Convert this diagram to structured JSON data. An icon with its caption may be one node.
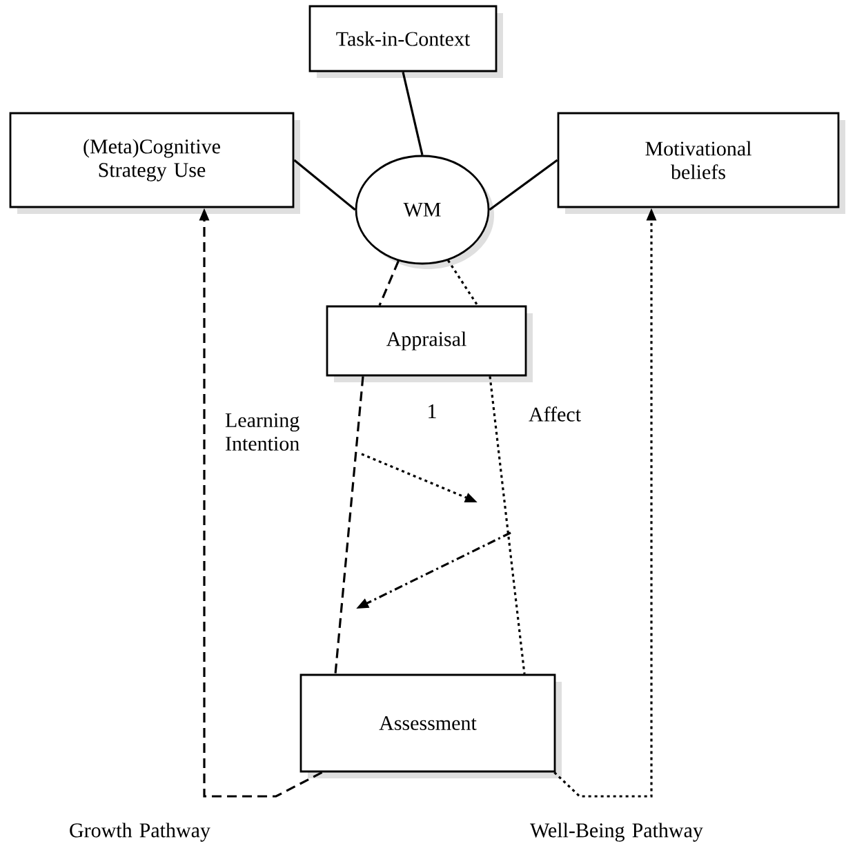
{
  "diagram": {
    "nodes": [
      {
        "text": [
          "Task-in-Context"
        ]
      },
      {
        "text": [
          "(Meta)Cognitive Strategy Use"
        ]
      },
      {
        "text": [
          "WM"
        ]
      },
      {
        "text": [
          "Motivational beliefs"
        ]
      },
      {
        "text": [
          "Appraisal"
        ]
      },
      {
        "text": [
          "Assessment"
        ]
      }
    ],
    "edges": [
      {
        "from": 0,
        "to": 2,
        "arrow": "none"
      },
      {
        "from": 1,
        "to": 2,
        "arrow": "none"
      },
      {
        "from": 2,
        "to": 3,
        "arrow": "none"
      },
      {
        "from": 2,
        "to": 4,
        "arrow": "none",
        "style": "dashed"
      },
      {
        "from": 2,
        "to": 4,
        "arrow": "none",
        "style": "dashed"
      },
      {
        "from": 4,
        "to": 5,
        "arrow": "none",
        "style": "dashed",
        "label": "Learning Intention"
      },
      {
        "from": 4,
        "to": 5,
        "arrow": "none",
        "style": "dashed",
        "label": "Affect"
      },
      {
        "from": 5,
        "to": 1,
        "arrow": "to",
        "style": "dashed",
        "label": "Growth Pathway"
      },
      {
        "from": 5,
        "to": 3,
        "arrow": "to",
        "style": "dashed",
        "label": "Well-Being Pathway"
      }
    ],
    "labels": [
      "1"
    ]
  }
}
